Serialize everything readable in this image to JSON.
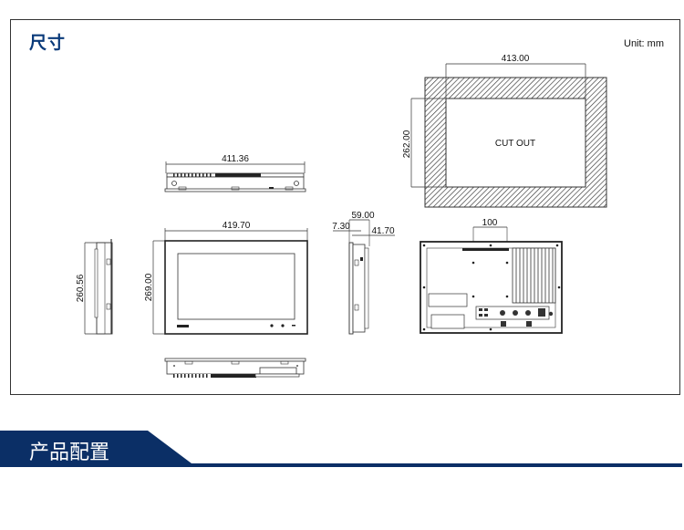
{
  "dimensions_section": {
    "title": "尺寸",
    "unit_label": "Unit: mm"
  },
  "drawing": {
    "top_view": {
      "width_label": "411.36"
    },
    "front_view": {
      "width_label": "419.70",
      "height_label": "269.00"
    },
    "left_side_view": {
      "height_label": "260.56"
    },
    "right_side_view": {
      "depth_total_label": "59.00",
      "bezel_label": "7.30",
      "body_label": "41.70"
    },
    "rear_view": {
      "vesa_label": "100"
    },
    "bottom_view": {},
    "cutout": {
      "label": "CUT OUT",
      "width_label": "413.00",
      "height_label": "262.00"
    }
  },
  "config_banner": {
    "title": "产品配置",
    "color": "#0b2f66"
  },
  "colors": {
    "title_blue": "#0a3a7a",
    "banner_blue": "#0b2f66",
    "line": "#222222"
  }
}
